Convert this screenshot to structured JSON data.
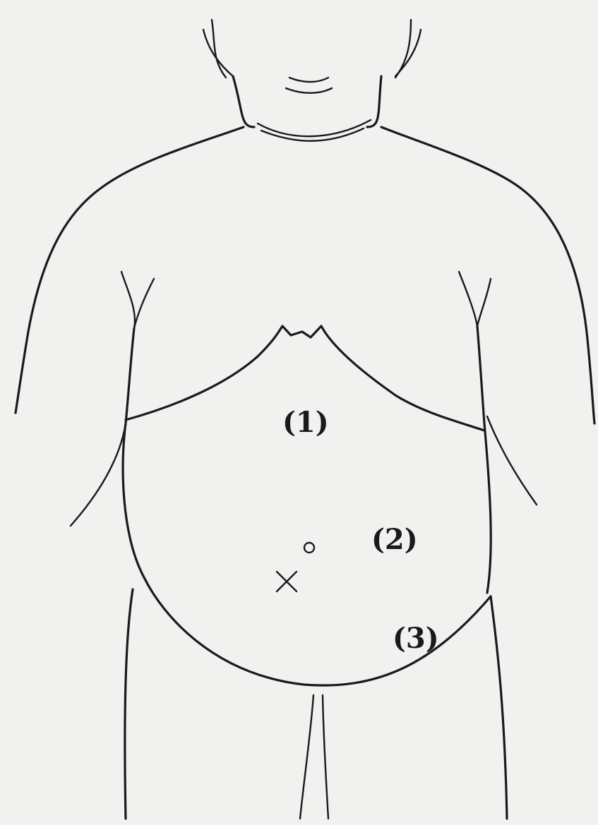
{
  "labels": {
    "region_1": "(1)",
    "region_2": "(2)",
    "region_3": "(3)"
  },
  "markers": {
    "cross": "×",
    "circle": "o"
  },
  "colors": {
    "paper": "#f1f1ef",
    "ink": "#1a1a1a"
  }
}
